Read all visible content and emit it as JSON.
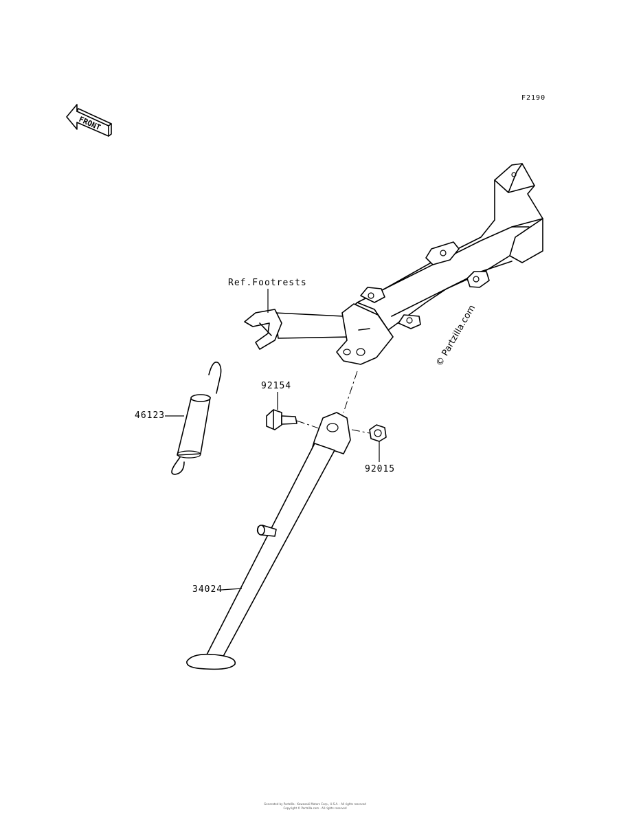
{
  "figure_code": "F2190",
  "front_arrow_text": "FRONT",
  "watermark": "© Partzilla.com",
  "labels": {
    "ref_footrests": "Ref.Footrests",
    "p46123": "46123",
    "p92154": "92154",
    "p92015": "92015",
    "p34024": "34024"
  },
  "footer": {
    "line1": "Generated by Partzilla · Kawasaki Motors Corp., U.S.A. · All rights reserved",
    "line2": "Copyright © Partzilla.com · All rights reserved"
  }
}
